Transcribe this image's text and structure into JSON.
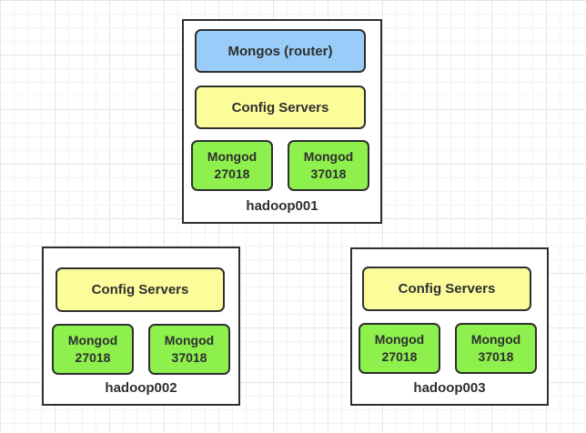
{
  "palette": {
    "router_fill": "#99CCF8",
    "config_fill": "#FCFC9B",
    "mongod_fill": "#8DF04D",
    "shape_border": "#2F2F2F",
    "text_color": "#2F2F2F",
    "canvas_bg": "#FFFFFF",
    "grid_minor_line": "#F3F3F3",
    "grid_major_line": "#E6E6E6"
  },
  "diagram": {
    "hosts": [
      {
        "label": "hadoop001",
        "router": {
          "label": "Mongos (router)"
        },
        "config": {
          "label": "Config Servers"
        },
        "mongods": [
          {
            "name": "Mongod",
            "port": "27018"
          },
          {
            "name": "Mongod",
            "port": "37018"
          }
        ]
      },
      {
        "label": "hadoop002",
        "config": {
          "label": "Config Servers"
        },
        "mongods": [
          {
            "name": "Mongod",
            "port": "27018"
          },
          {
            "name": "Mongod",
            "port": "37018"
          }
        ]
      },
      {
        "label": "hadoop003",
        "config": {
          "label": "Config Servers"
        },
        "mongods": [
          {
            "name": "Mongod",
            "port": "27018"
          },
          {
            "name": "Mongod",
            "port": "37018"
          }
        ]
      }
    ]
  }
}
